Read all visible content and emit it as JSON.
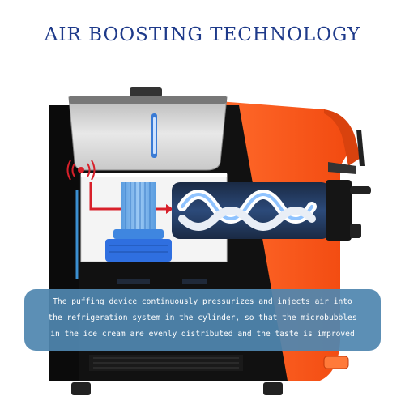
{
  "title": "AIR BOOSTING TECHNOLOGY",
  "caption": {
    "line1": "The puffing device continuously pressurizes and injects air into",
    "line2": "the refrigeration system in the cylinder, so that the microbubbles",
    "line3": "in the ice cream are evenly distributed and the taste is improved"
  },
  "colors": {
    "title": "#1e3a8a",
    "machine_body": "#ff5a1f",
    "machine_front": "#111111",
    "caption_bg": "#5087af",
    "highlight_blue": "#2f6fe0",
    "signal_red": "#d8202a"
  },
  "icons": [
    "air-signal-icon",
    "air-flow-arrow-icon"
  ]
}
